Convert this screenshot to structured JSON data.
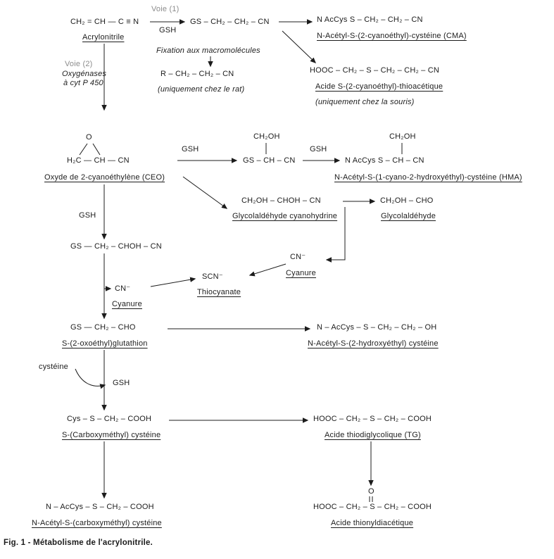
{
  "figure": {
    "caption": "Fig. 1 - Métabolisme de l'acrylonitrile."
  },
  "labels": {
    "voie1": "Voie (1)",
    "voie2": "Voie (2)",
    "oxygenases_line1": "Oxygénases",
    "oxygenases_line2": "à cyt P 450",
    "gsh": "GSH",
    "fixation": "Fixation aux macromolécules",
    "note_rat": "(uniquement chez le rat)",
    "note_souris": "(uniquement chez la souris)",
    "cysteine": "cystéine"
  },
  "nodes": {
    "acrylonitrile": {
      "formula": "CH₂ = CH — C ≡ N",
      "label": "Acrylonitrile"
    },
    "gs_cyanoethyl": {
      "formula": "GS – CH₂ – CH₂ – CN"
    },
    "cma": {
      "formula": "N AcCys S – CH₂ – CH₂ – CN",
      "label": "N-Acétyl-S-(2-cyanoéthyl)-cystéine (CMA)"
    },
    "macromolecule_adduct": {
      "formula": "R – CH₂ – CH₂ – CN"
    },
    "thioacetique": {
      "formula": "HOOC – CH₂ – S – CH₂ – CH₂ – CN",
      "label": "Acide S-(2-cyanoéthyl)-thioacétique"
    },
    "ceo": {
      "oxygen": "O",
      "formula": "H₂C — CH — CN",
      "label": "Oxyde de 2-cyanoéthylène (CEO)"
    },
    "gs_hydroxy": {
      "top": "CH₂OH",
      "formula": "GS – CH – CN"
    },
    "hma": {
      "top": "CH₂OH",
      "formula": "N AcCys S – CH – CN",
      "label": "N-Acétyl-S-(1-cyano-2-hydroxyéthyl)-cystéine (HMA)"
    },
    "cyanohydrine": {
      "formula": "CH₂OH – CHOH – CN",
      "label": "Glycolaldéhyde cyanohydrine"
    },
    "glycolaldehyde": {
      "formula": "CH₂OH – CHO",
      "label": "Glycolaldéhyde"
    },
    "gs_choh": {
      "formula": "GS — CH₂ – CHOH – CN"
    },
    "cyanure_right": {
      "formula": "CN⁻",
      "label": "Cyanure"
    },
    "thiocyanate": {
      "formula": "SCN⁻",
      "label": "Thiocyanate"
    },
    "cyanure_left": {
      "formula": "CN⁻",
      "label": "Cyanure"
    },
    "oxoethyl_glutathion": {
      "formula": "GS — CH₂ – CHO",
      "label": "S-(2-oxoéthyl)glutathion"
    },
    "hydroxyethyl_cysteine": {
      "formula": "N – AcCys – S – CH₂ – CH₂ – OH",
      "label": "N-Acétyl-S-(2-hydroxyéthyl) cystéine"
    },
    "carboxymethyl_cysteine": {
      "formula": "Cys – S – CH₂ – COOH",
      "label": "S-(Carboxyméthyl) cystéine"
    },
    "tg": {
      "formula": "HOOC – CH₂ – S – CH₂ – COOH",
      "label": "Acide thiodiglycolique (TG)"
    },
    "naccys_carboxymethyl": {
      "formula": "N – AcCys – S – CH₂ – COOH",
      "label": "N-Acétyl-S-(carboxyméthyl) cystéine"
    },
    "thionyldiacetique": {
      "oxygen": "O",
      "formula": "HOOC – CH₂ – S – CH₂ – COOH",
      "label": "Acide thionyldiacétique"
    }
  }
}
